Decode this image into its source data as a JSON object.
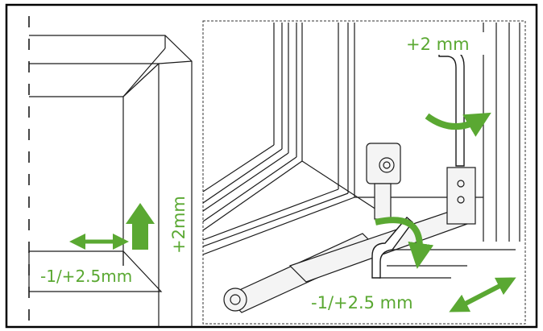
{
  "left_panel": {
    "vertical_label": "+2mm",
    "horizontal_label": "-1/+2.5mm"
  },
  "right_panel": {
    "top_label": "+2 mm",
    "bottom_label": "-1/+2.5 mm"
  },
  "colors": {
    "accent_green": "#5aa832",
    "line": "#1a1a1a",
    "border": "#000000",
    "fill_light": "#f4f4f4"
  },
  "icons": [
    "double-arrow-icon",
    "up-arrow-icon",
    "curved-arrow-icon",
    "allen-key-icon",
    "hinge-icon"
  ]
}
